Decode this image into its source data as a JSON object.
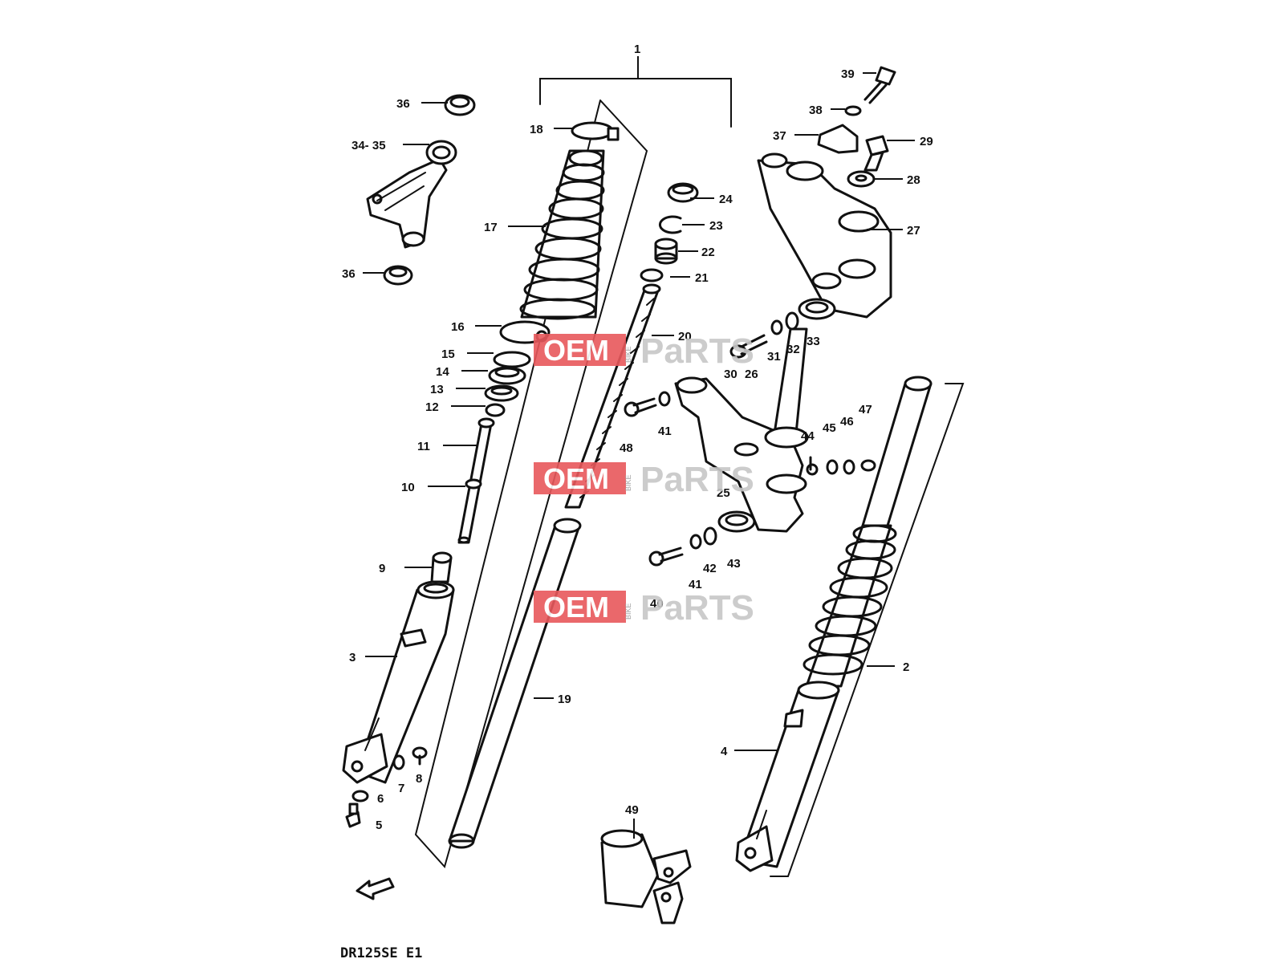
{
  "model_code": "DR125SE E1",
  "watermark": {
    "oem": "OEM",
    "bike": "BIKE",
    "parts": "PaRTS",
    "oem_color": "#e8585c",
    "a_color": "#e03a3f"
  },
  "labels": {
    "p1": "1",
    "p2": "2",
    "p3": "3",
    "p4": "4",
    "p5": "5",
    "p6": "6",
    "p7": "7",
    "p8": "8",
    "p9": "9",
    "p10": "10",
    "p11": "11",
    "p12": "12",
    "p13": "13",
    "p14": "14",
    "p15": "15",
    "p16": "16",
    "p17": "17",
    "p18": "18",
    "p19": "19",
    "p20": "20",
    "p21": "21",
    "p22": "22",
    "p23": "23",
    "p24": "24",
    "p25": "25",
    "p26": "26",
    "p27": "27",
    "p28": "28",
    "p29": "29",
    "p30": "30",
    "p31": "31",
    "p32": "32",
    "p33": "33",
    "p34_35": "34- 35",
    "p36a": "36",
    "p36b": "36",
    "p37": "37",
    "p38": "38",
    "p39": "39",
    "p40": "40",
    "p41a": "41",
    "p41b": "41",
    "p42": "42",
    "p43": "43",
    "p44": "44",
    "p45": "45",
    "p46": "46",
    "p47": "47",
    "p48": "48",
    "p49": "49"
  }
}
